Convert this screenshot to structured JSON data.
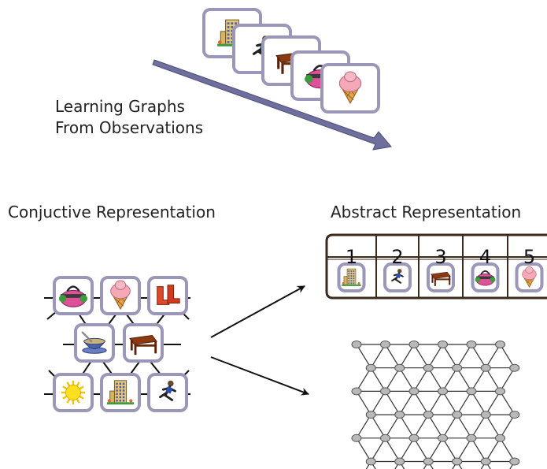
{
  "learning": {
    "line1": "Learning Graphs",
    "line2": "From Observations"
  },
  "conjunctive": {
    "title": "Conjuctive Representation",
    "tiles": [
      {
        "row": 0,
        "icon": "gym-bag-icon"
      },
      {
        "row": 0,
        "icon": "ice-cream-icon"
      },
      {
        "row": 0,
        "icon": "boots-icon"
      },
      {
        "row": 1,
        "icon": "bowl-icon"
      },
      {
        "row": 1,
        "icon": "table-icon"
      },
      {
        "row": 2,
        "icon": "sun-icon"
      },
      {
        "row": 2,
        "icon": "building-icon"
      },
      {
        "row": 2,
        "icon": "runner-icon"
      }
    ]
  },
  "stack": {
    "icons": [
      "building-icon",
      "runner-icon",
      "table-icon",
      "gym-bag-icon",
      "ice-cream-icon"
    ]
  },
  "abstract": {
    "title": "Abstract Representation",
    "columns": [
      {
        "number": "1",
        "icon": "building-icon"
      },
      {
        "number": "2",
        "icon": "runner-icon"
      },
      {
        "number": "3",
        "icon": "table-icon"
      },
      {
        "number": "4",
        "icon": "gym-bag-icon"
      },
      {
        "number": "5",
        "icon": "ice-cream-icon"
      }
    ]
  },
  "lattice": {
    "rows": 7,
    "cols": 6,
    "node_color": "#b9b9b9"
  },
  "colors": {
    "arrow_fill": "#6f6f9e",
    "tile_border": "#9a97b8",
    "table_border": "#3b2a1e"
  }
}
